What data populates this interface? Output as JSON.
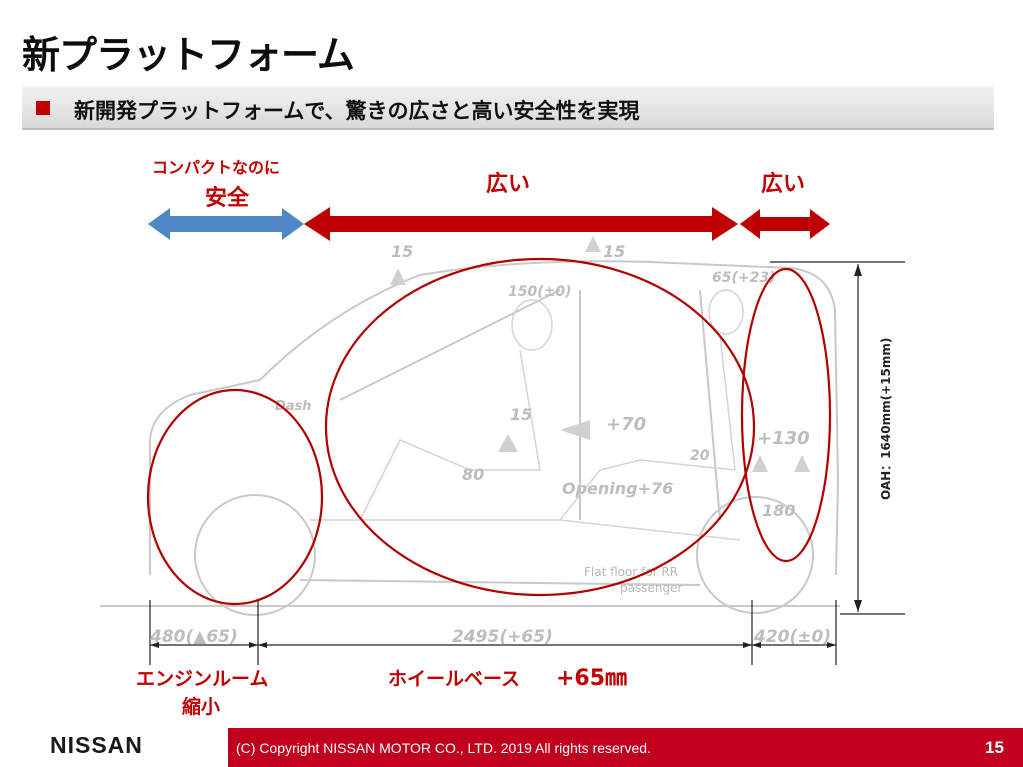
{
  "title": "新プラットフォーム",
  "subtitle": "新開発プラットフォームで、驚きの広さと高い安全性を実現",
  "labels": {
    "compact": "コンパクトなのに",
    "anzen": "安全",
    "hiroi_cabin": "広い",
    "hiroi_rear": "広い",
    "engine_room": "エンジンルーム",
    "shukusho": "縮小",
    "wheelbase": "ホイールベース",
    "wheelbase_value": "+65㎜"
  },
  "dimensions": {
    "front_overhang": "480(▲65)",
    "wheelbase": "2495(+65)",
    "rear_overhang": "420(±0)",
    "oah": "OAH：1640mm(+15mm)"
  },
  "drawing_annotations": {
    "roof_front": "15",
    "roof_rear": "15",
    "head_front": "150(±0)",
    "head_rear": "65(+23)",
    "dash": "Dash",
    "front_seat": "15",
    "front_knee": "80",
    "rear_knee": "+70",
    "rear_seat": "20",
    "rear_space": "+130",
    "opening": "Opening+76",
    "luggage": "180",
    "flat_floor_1": "Flat floor for RR",
    "flat_floor_2": "passenger"
  },
  "colors": {
    "accent_red": "#c00000",
    "arrow_blue": "#4f86c6",
    "footer_red": "#c0001c"
  },
  "footer": {
    "logo": "NISSAN",
    "copyright": "(C) Copyright NISSAN MOTOR CO., LTD. 2019 All rights reserved.",
    "page_number": "15"
  }
}
